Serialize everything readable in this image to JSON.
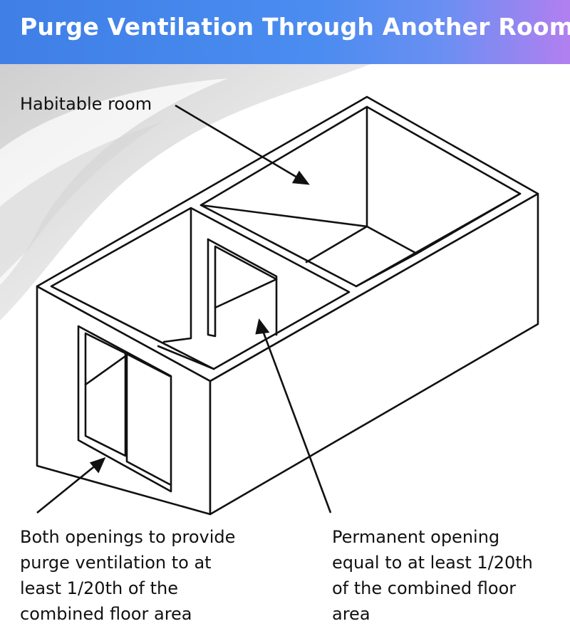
{
  "header": {
    "title": "Purge Ventilation Through Another Room"
  },
  "labels": {
    "habitable_room": "Habitable room",
    "both_openings": [
      "Both openings to provide",
      "purge ventilation to at",
      "least 1/20th of the",
      "combined floor area"
    ],
    "permanent_opening": [
      "Permanent opening",
      "equal to at least 1/20th",
      "of the combined floor",
      "area"
    ]
  },
  "colors": {
    "header_gradient_start": "#3f7fe6",
    "header_gradient_end": "#b27ff0",
    "line": "#111111"
  }
}
